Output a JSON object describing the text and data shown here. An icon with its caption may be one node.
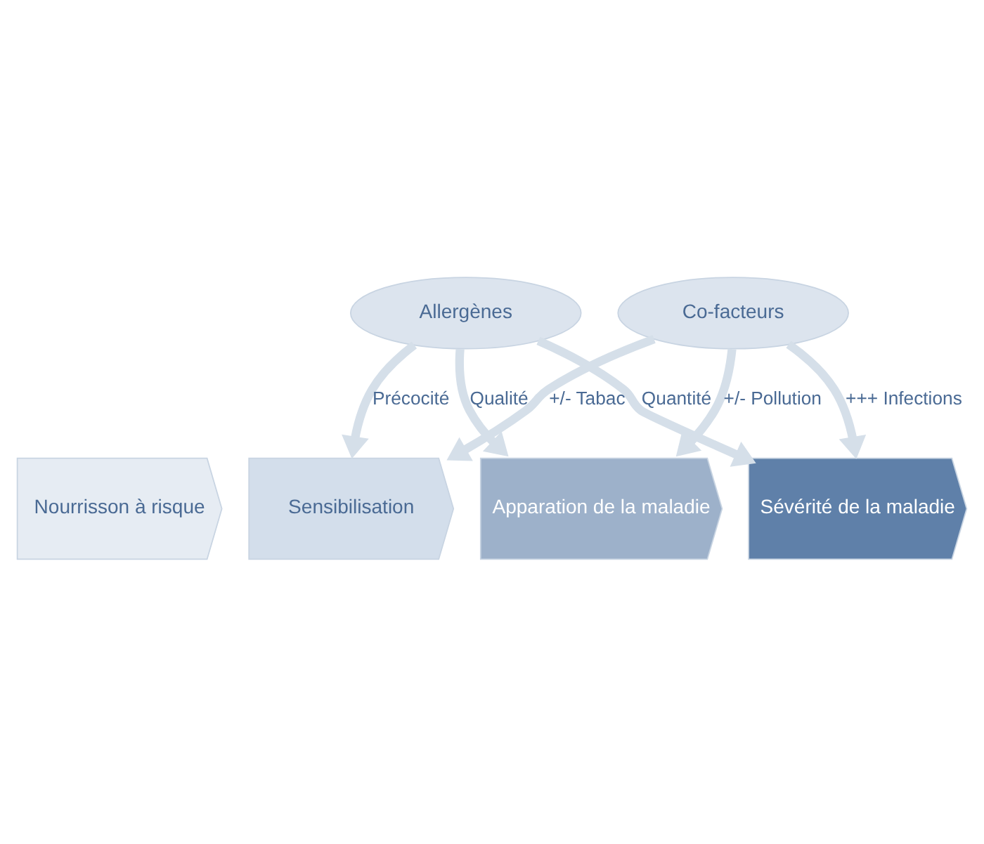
{
  "diagram": {
    "nodes": [
      {
        "text": [
          "Allergènes"
        ]
      },
      {
        "text": [
          "Nourrisson à risque"
        ]
      },
      {
        "text": [
          "Sensibilisation"
        ]
      },
      {
        "text": [
          "Apparation de la maladie"
        ]
      },
      {
        "text": [
          "Sévérité de la maladie"
        ]
      },
      {
        "text": [
          "Co-facteurs"
        ]
      }
    ],
    "edges": [
      {
        "from": 0,
        "to": 2,
        "arrow": "to",
        "label": "Précocité"
      },
      {
        "from": 0,
        "to": 3,
        "arrow": "to",
        "label": "Qualité"
      },
      {
        "from": 0,
        "to": 4,
        "arrow": "to",
        "label": "Quantité"
      },
      {
        "from": 5,
        "to": 2,
        "arrow": "to",
        "label": "+/- Tabac"
      },
      {
        "from": 5,
        "to": 3,
        "arrow": "to",
        "label": "+/- Pollution"
      },
      {
        "from": 5,
        "to": 4,
        "arrow": "to",
        "label": "+++ Infections"
      }
    ]
  }
}
